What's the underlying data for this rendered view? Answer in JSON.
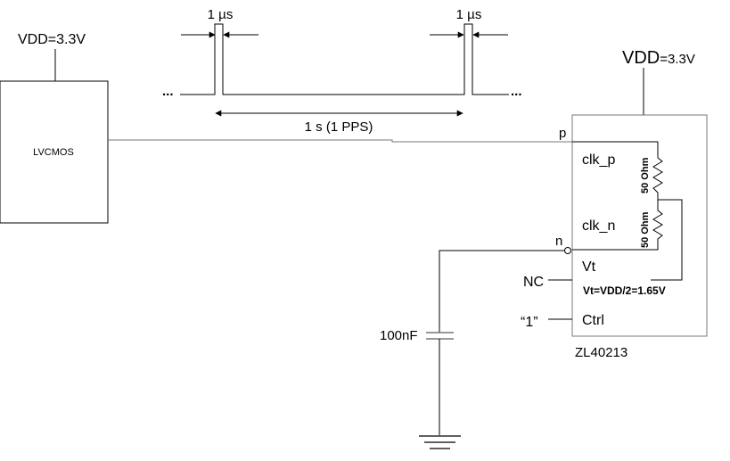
{
  "lvcmos": {
    "supply": "VDD=3.3V",
    "label": "LVCMOS"
  },
  "pulse": {
    "width_left": "1 µs",
    "width_right": "1 µs",
    "ellipsis_left": "...",
    "ellipsis_right": "...",
    "period": "1 s (1 PPS)"
  },
  "chip": {
    "supply_prefix": "VDD",
    "supply_value": "=3.3V",
    "pin_p": "p",
    "pin_n": "n",
    "clk_p": "clk_p",
    "clk_n": "clk_n",
    "vt": "Vt",
    "nc": "NC",
    "vt_eq": "Vt=VDD/2=1.65V",
    "ctrl_value": "“1”",
    "ctrl": "Ctrl",
    "res1": "50 Ohm",
    "res2": "50 Ohm",
    "part": "ZL40213"
  },
  "cap": {
    "label": "100nF"
  }
}
